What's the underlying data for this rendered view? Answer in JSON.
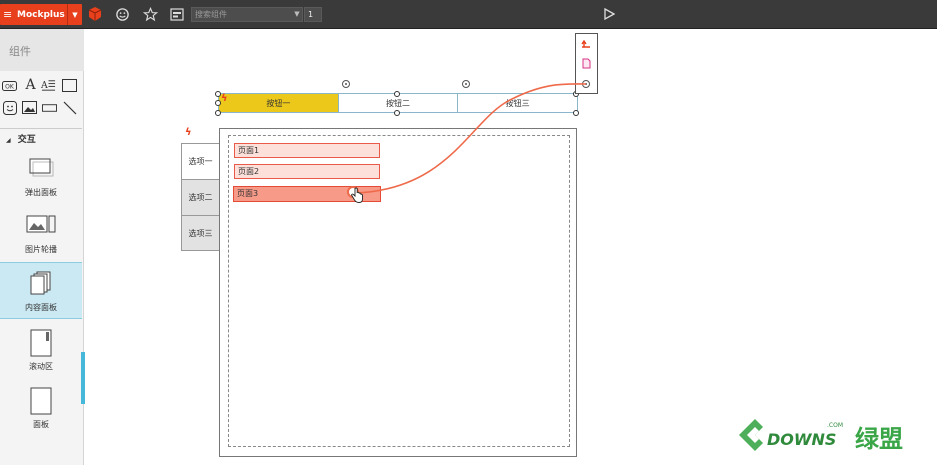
{
  "toolbar": {
    "app_name": "Mockplus",
    "menu_icon": "≡",
    "dropdown_icon": "▼",
    "search_placeholder": "搜索组件",
    "page_number": "1",
    "icons": [
      "box-icon",
      "smiley-icon",
      "star-icon",
      "layout-icon",
      "play-icon"
    ]
  },
  "panel": {
    "title": "组件",
    "section": "交互",
    "components": [
      {
        "label": "弹出面板"
      },
      {
        "label": "图片轮播"
      },
      {
        "label": "内容面板"
      },
      {
        "label": "滚动区"
      },
      {
        "label": "面板"
      }
    ]
  },
  "canvas": {
    "buttons": [
      "按钮一",
      "按钮二",
      "按钮三"
    ],
    "tabs": [
      "选项一",
      "选项二",
      "选项三"
    ],
    "pages": [
      "页面1",
      "页面2",
      "页面3"
    ]
  },
  "colors": {
    "accent": "#e8401c",
    "button_active": "#ecc81a",
    "page_fill": "#fde0da",
    "page_highlight": "#f89a88",
    "link_curve": "#ee6a4a",
    "panel_selected": "#cbe9f3"
  }
}
